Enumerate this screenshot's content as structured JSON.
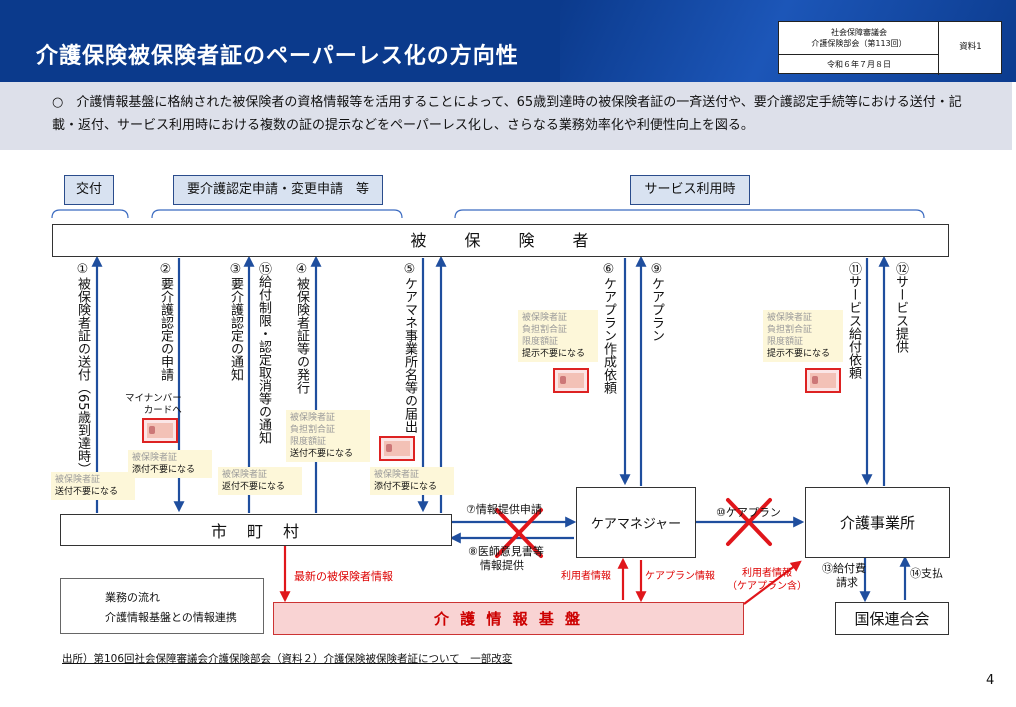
{
  "header": {
    "title": "介護保険被保険者証のペーパーレス化の方向性",
    "council_line1": "社会保障審議会",
    "council_line2": "介護保険部会（第113回）",
    "date": "令和６年７月８日",
    "doc_label": "資料1"
  },
  "summary": "○　介護情報基盤に格納された被保険者の資格情報等を活用することによって、65歳到達時の被保険者証の一斉送付や、要介護認定手続等における送付・記載・返付、サービス利用時における複数の証の提示などをペーパーレス化し、さらなる業務効率化や利便性向上を図る。",
  "phases": {
    "issue": "交付",
    "certification": "要介護認定申請・変更申請　等",
    "service": "サービス利用時"
  },
  "entities": {
    "insured": "被　　保　　険　　者",
    "municipality": "市　町　村",
    "care_manager": "ケアマネジャー",
    "provider": "介護事業所",
    "kokuho": "国保連合会",
    "platform": "介 護 情 報 基 盤"
  },
  "flows": {
    "f1": "①被保険者証の送付（65歳到達時）",
    "f2": "②要介護認定の申請",
    "f3": "③要介護認定の通知",
    "f15": "⑮給付制限・認定取消等の通知",
    "f4": "④被保険者証等の発行",
    "f5": "⑤ケアマネ事業所名等の届出",
    "f6": "⑥ケアプラン作成依頼",
    "f9": "⑨ケアプラン",
    "f11": "⑪サービス給付依頼",
    "f12": "⑫サービス提供",
    "f7": "⑦情報提供申請",
    "f8a": "⑧医師意見書等",
    "f8b": "情報提供",
    "f10": "⑩ケアプラン",
    "f13a": "⑬給付費",
    "f13b": "請求",
    "f14": "⑭支払"
  },
  "red_labels": {
    "latest_info": "最新の被保険者情報",
    "user_info1": "利用者情報",
    "careplan_info": "ケアプラン情報",
    "user_info2a": "利用者情報",
    "user_info2b": "（ケアプラン含）"
  },
  "notes": {
    "mynumber_a": "マイナンバー",
    "mynumber_b": "カードへ",
    "n1_gray": "被保険者証",
    "n1_text": "送付不要になる",
    "n2_gray": "被保険者証",
    "n2_text": "添付不要になる",
    "n3_gray": "被保険者証",
    "n3_text": "返付不要になる",
    "n4_gray1": "被保険者証",
    "n4_gray2": "負担割合証",
    "n4_gray3": "限度額証",
    "n4_text": "送付不要になる",
    "n5_gray": "被保険者証",
    "n5_text": "添付不要になる",
    "n6_gray1": "被保険者証",
    "n6_gray2": "負担割合証",
    "n6_gray3": "限度額証",
    "n6_text": "提示不要になる",
    "n7_gray1": "被保険者証",
    "n7_gray2": "負担割合証",
    "n7_gray3": "限度額証",
    "n7_text": "提示不要になる"
  },
  "legend": {
    "business_flow": "業務の流れ",
    "info_link": "介護情報基盤との情報連携"
  },
  "source": "出所）第106回社会保障審議会介護保険部会（資料２）介護保険被保険者証について　一部改変",
  "page_number": "4",
  "colors": {
    "header_bg": "#0b3a8c",
    "flow_blue": "#1f4e9e",
    "link_red": "#e0161b",
    "platform_fill": "#f9d3d3"
  }
}
